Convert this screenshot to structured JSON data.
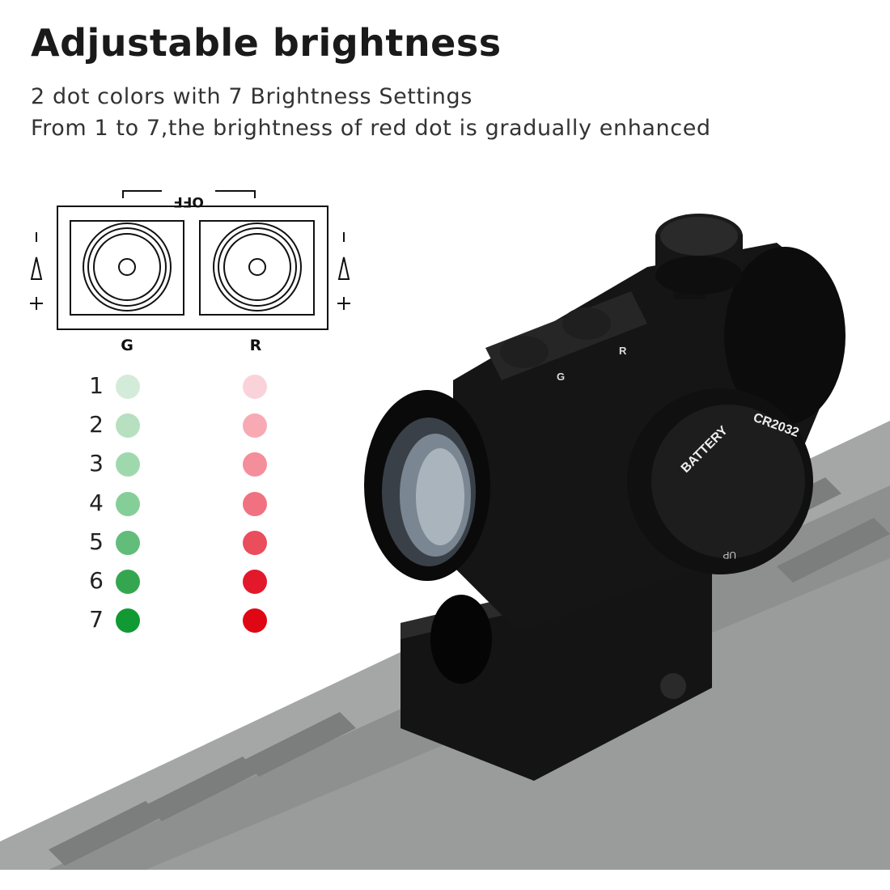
{
  "header": {
    "title": "Adjustable brightness",
    "subtitle_1": "2 dot colors with 7 Brightness Settings",
    "subtitle_2": "From 1 to 7,the brightness of red dot is gradually enhanced"
  },
  "diagram": {
    "off_label": "OFF",
    "left_button_label": "G",
    "right_button_label": "R",
    "side_symbols": [
      "I",
      "+"
    ]
  },
  "levels": [
    {
      "level": "1",
      "green": "#d3ecd9",
      "red": "#fad3da"
    },
    {
      "level": "2",
      "green": "#b6e0c0",
      "red": "#f7aab4"
    },
    {
      "level": "3",
      "green": "#a0d8ae",
      "red": "#f48e9a"
    },
    {
      "level": "4",
      "green": "#86ce98",
      "red": "#f07281"
    },
    {
      "level": "5",
      "green": "#62bd7a",
      "red": "#ea4d5c"
    },
    {
      "level": "6",
      "green": "#35a650",
      "red": "#e3182b"
    },
    {
      "level": "7",
      "green": "#119a34",
      "red": "#e00714"
    }
  ],
  "product": {
    "cap_text_1": "BATTERY",
    "cap_text_2": "CR2032",
    "cap_text_3": "UP",
    "button_g": "G",
    "button_r": "R"
  }
}
